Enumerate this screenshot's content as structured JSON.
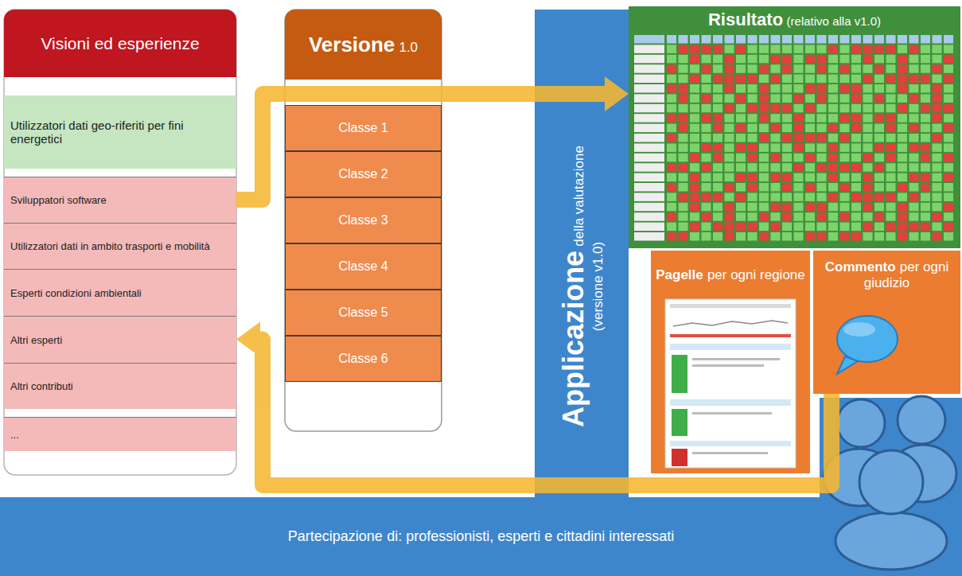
{
  "diagram": {
    "nodes": [
      {
        "text": [
          "Visioni ed esperienze"
        ]
      },
      {
        "text": [
          "Utilizzatori dati geo-riferiti per fini energetici"
        ],
        "in": 0
      },
      {
        "text": [
          "Sviluppatori software"
        ],
        "in": 0
      },
      {
        "text": [
          "Utilizzatori dati in ambito trasporti e mobilità"
        ],
        "in": 0
      },
      {
        "text": [
          "Esperti condizioni ambientali"
        ],
        "in": 0
      },
      {
        "text": [
          "Altri esperti"
        ],
        "in": 0
      },
      {
        "text": [
          "Altri contributi"
        ],
        "in": 0
      },
      {
        "text": [
          "..."
        ],
        "in": 0
      },
      {
        "text": [
          "Versione",
          "1.0"
        ]
      },
      {
        "text": [
          "Classe 1"
        ],
        "in": 8
      },
      {
        "text": [
          "Classe 2"
        ],
        "in": 8
      },
      {
        "text": [
          "Classe 3"
        ],
        "in": 8
      },
      {
        "text": [
          "Classe 4"
        ],
        "in": 8
      },
      {
        "text": [
          "Classe 5"
        ],
        "in": 8
      },
      {
        "text": [
          "Classe 6"
        ],
        "in": 8
      },
      {
        "text": [
          "Applicazione",
          "della valutazione",
          "(versione v1.0)"
        ]
      },
      {
        "text": [
          "Risultato",
          "(relativo alla v1.0)"
        ]
      },
      {
        "text": [
          "Pagelle",
          "per ogni regione"
        ]
      },
      {
        "text": [
          "Commento",
          "per ogni giudizio"
        ]
      },
      {
        "text": [
          "Partecipazione",
          "di: professionisti, esperti e cittadini interessati"
        ]
      }
    ],
    "edges": [
      {
        "from": 2,
        "to": 16,
        "arrow": "to"
      },
      {
        "from": 18,
        "to": 5,
        "arrow": "to"
      }
    ]
  }
}
